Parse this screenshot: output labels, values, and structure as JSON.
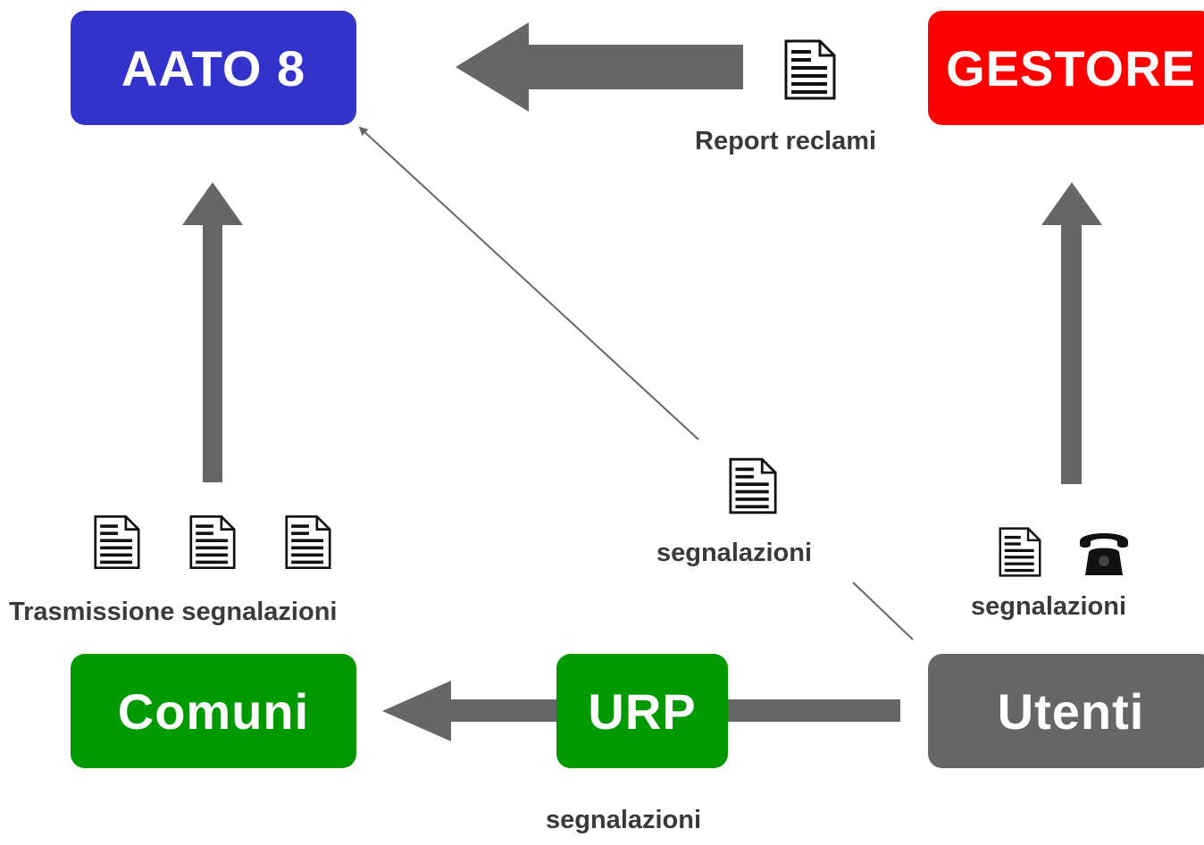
{
  "nodes": {
    "aato": {
      "label": "AATO 8",
      "color": "#3333CC"
    },
    "gestore": {
      "label": "GESTORE",
      "color": "#FF0000"
    },
    "comuni": {
      "label": "Comuni",
      "color": "#009900"
    },
    "urp": {
      "label": "URP",
      "color": "#009900"
    },
    "utenti": {
      "label": "Utenti",
      "color": "#666666"
    }
  },
  "labels": {
    "report": "Report reclami",
    "trasmissione": "Trasmissione segnalazioni",
    "segnalazioni_center": "segnalazioni",
    "segnalazioni_right": "segnalazioni",
    "segnalazioni_bottom": "segnalazioni"
  },
  "icons": {
    "document": "document-icon",
    "phone": "telephone-icon"
  },
  "colors": {
    "arrow": "#666666",
    "icon": "#111111"
  }
}
